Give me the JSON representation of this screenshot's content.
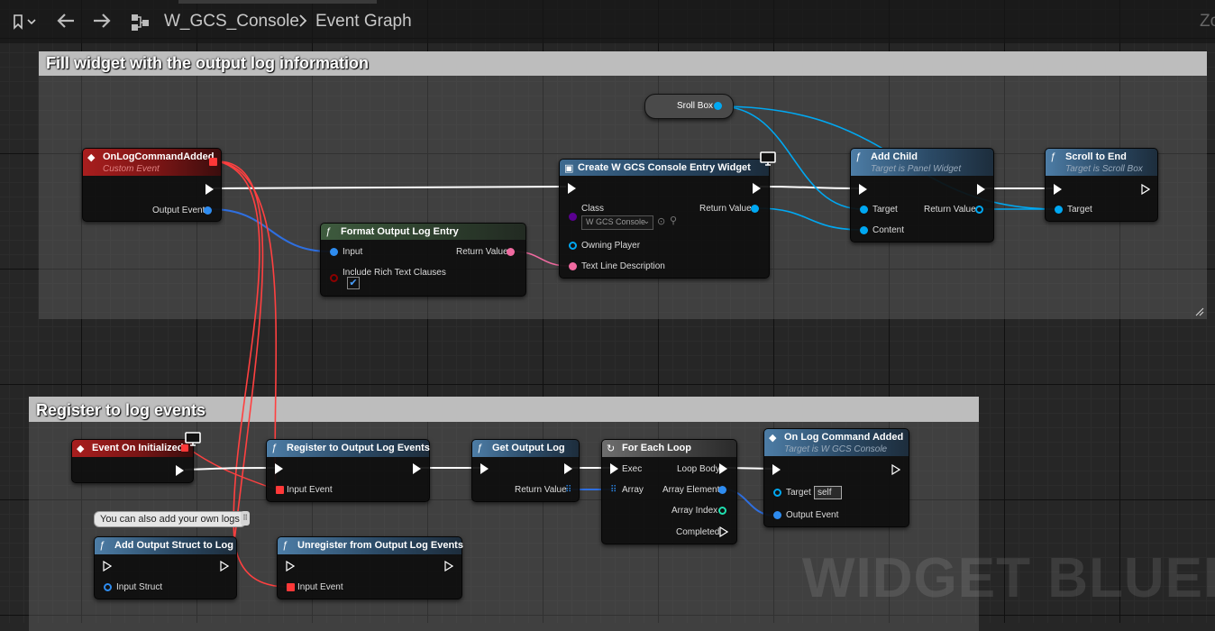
{
  "toolbar": {
    "bookmark_icon": "bookmark-icon",
    "breadcrumb_asset": "W_GCS_Console",
    "breadcrumb_graph": "Event Graph",
    "zoom_partial": "Zo"
  },
  "comments": {
    "top": "Fill widget with the output log information",
    "bottom": "Register to log events"
  },
  "nodes": {
    "on_log_command_added": {
      "title": "OnLogCommandAdded",
      "subtitle": "Custom Event",
      "pin_output_event": "Output Event"
    },
    "format_output_log_entry": {
      "title": "Format Output Log Entry",
      "pin_input": "Input",
      "pin_include": "Include Rich Text Clauses",
      "pin_return": "Return Value"
    },
    "create_widget": {
      "title": "Create W GCS Console Entry Widget",
      "pin_class": "Class",
      "class_value": "W GCS Console",
      "pin_owning_player": "Owning Player",
      "pin_text_line": "Text Line Description",
      "pin_return": "Return Value"
    },
    "scroll_box_var": {
      "title": "Sroll Box"
    },
    "add_child": {
      "title": "Add Child",
      "subtitle": "Target is Panel Widget",
      "pin_target": "Target",
      "pin_content": "Content",
      "pin_return": "Return Value"
    },
    "scroll_to_end": {
      "title": "Scroll to End",
      "subtitle": "Target is Scroll Box",
      "pin_target": "Target"
    },
    "event_on_initialized": {
      "title": "Event On Initialized"
    },
    "register_events": {
      "title": "Register to Output Log Events",
      "pin_input_event": "Input Event"
    },
    "get_output_log": {
      "title": "Get Output Log",
      "pin_return": "Return Value"
    },
    "for_each_loop": {
      "title": "For Each Loop",
      "pin_exec": "Exec",
      "pin_array": "Array",
      "pin_loop_body": "Loop Body",
      "pin_array_element": "Array Element",
      "pin_array_index": "Array Index",
      "pin_completed": "Completed"
    },
    "on_log_command_added_call": {
      "title": "On Log Command Added",
      "subtitle": "Target is W GCS Console",
      "pin_target": "Target",
      "target_value": "self",
      "pin_output_event": "Output Event"
    },
    "add_output_struct": {
      "title": "Add Output Struct to Log",
      "pin_input_struct": "Input Struct"
    },
    "unregister_events": {
      "title": "Unregister from Output Log Events",
      "pin_input_event": "Input Event"
    }
  },
  "tooltip": {
    "text": "You can also add your own logs"
  },
  "watermark": "WIDGET BLUEPRIN",
  "colors": {
    "exec": "#ffffff",
    "object": "#00a8f2",
    "string": "#f06aa0",
    "delegate": "#ff3838",
    "class": "#5a0090",
    "bool": "#8c0000",
    "integer": "#1fe0b0"
  }
}
